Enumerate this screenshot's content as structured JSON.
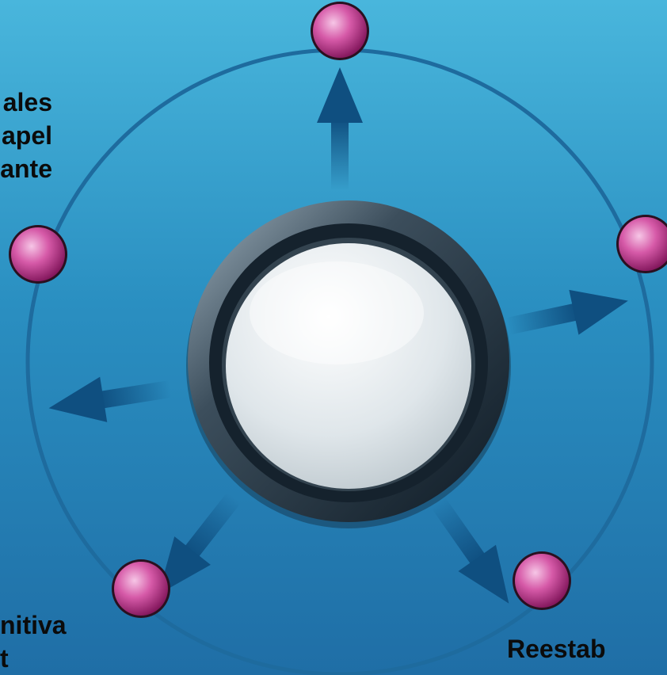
{
  "labels": {
    "left_lines": [
      "ales",
      "apel",
      "ante"
    ],
    "bottom_left_lines": [
      "nitiva",
      "t"
    ],
    "bottom_right": "Reestab"
  },
  "colors": {
    "background_top": "#49b6dc",
    "background_bottom": "#1f6ea6",
    "ring": "#1e6b9e",
    "arrow": "#0f4f80",
    "node": "#c0388f",
    "hub_rim": "#1b2a38",
    "hub_face": "#e6ecef"
  },
  "icons": {
    "center": "glossy-hub-button",
    "nodes": "pink-sphere",
    "connectors": "arrow"
  }
}
